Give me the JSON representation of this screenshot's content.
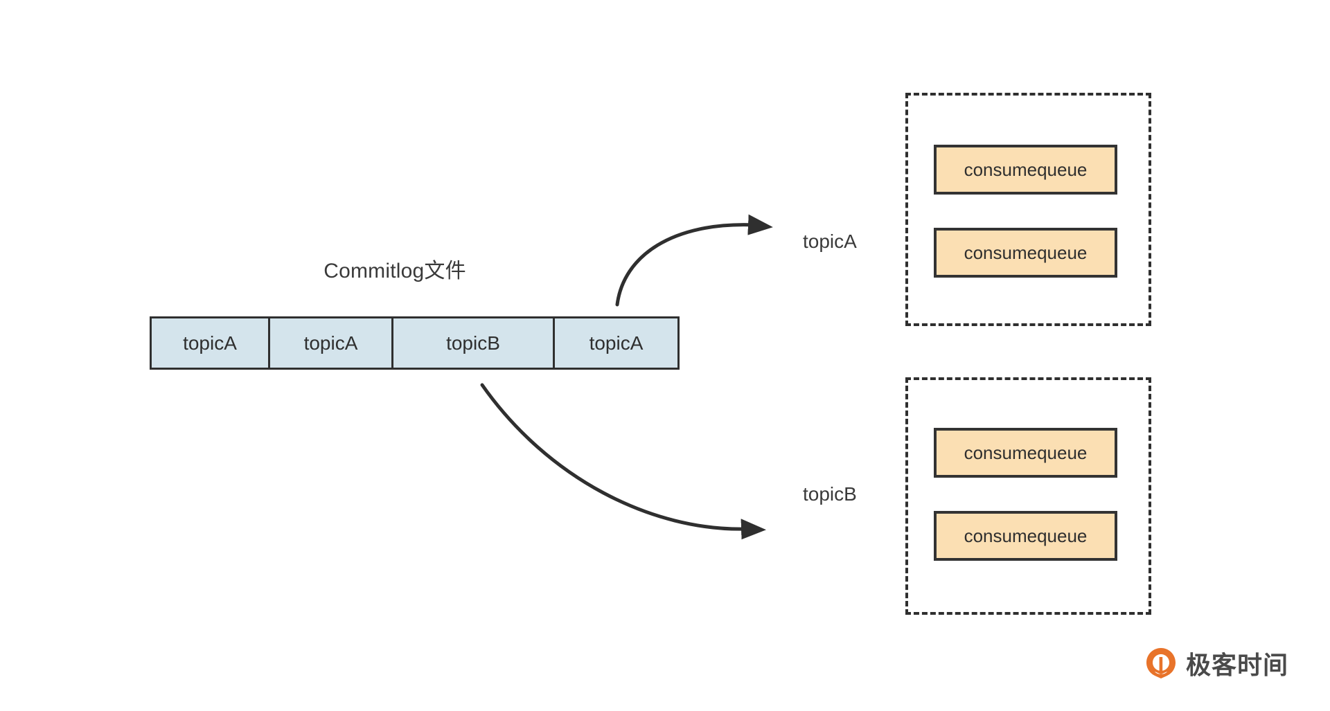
{
  "diagram": {
    "background_color": "#ffffff",
    "commitlog": {
      "title": "Commitlog文件",
      "cells": [
        {
          "label": "topicA"
        },
        {
          "label": "topicA"
        },
        {
          "label": "topicB"
        },
        {
          "label": "topicA"
        }
      ],
      "fill_color": "#d4e4ec",
      "border_color": "#2f2f2f"
    },
    "arrows": [
      {
        "name": "arrow-to-topic-a",
        "from": "commitlog",
        "to": "topicA"
      },
      {
        "name": "arrow-to-topic-b",
        "from": "commitlog",
        "to": "topicB"
      }
    ],
    "groups": [
      {
        "label": "topicA",
        "queues": [
          {
            "label": "consumequeue"
          },
          {
            "label": "consumequeue"
          }
        ]
      },
      {
        "label": "topicB",
        "queues": [
          {
            "label": "consumequeue"
          },
          {
            "label": "consumequeue"
          }
        ]
      }
    ],
    "queue_fill_color": "#fbdfb3",
    "queue_border_color": "#333333",
    "group_border_color": "#2f2f2f"
  },
  "watermark": {
    "text": "极客时间",
    "mark_color": "#e8732a"
  }
}
